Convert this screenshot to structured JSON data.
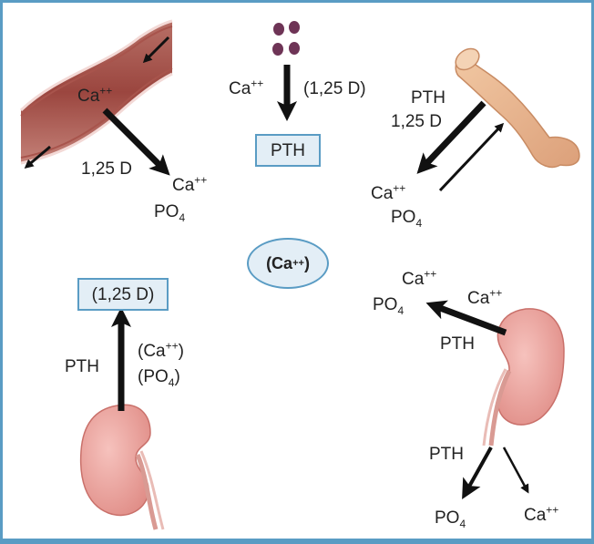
{
  "labels": {
    "ca": "Ca",
    "charge": "++",
    "po": "PO",
    "po_sub": "4",
    "d125": "1,25 D",
    "d125_paren": "(1,25 D)",
    "pth": "PTH",
    "ca_paren_open": "(Ca",
    "paren_close": ")",
    "po_paren_open": "(PO"
  },
  "center": {
    "ion": "(Ca",
    "charge": "++",
    "close": ")"
  },
  "boxes": {
    "pth": "PTH",
    "d125": "(1,25 D)"
  },
  "colors": {
    "frame": "#5a9cc4",
    "box_fill": "#e3eef6",
    "vessel": "#a8544c",
    "bone": "#e8b48a",
    "kidney": "#f0aaa4",
    "food": "#6e3456",
    "arrow": "#111111"
  },
  "icons": [
    "blood-vessel-icon",
    "food-particles-icon",
    "bone-icon",
    "kidney-icon"
  ]
}
